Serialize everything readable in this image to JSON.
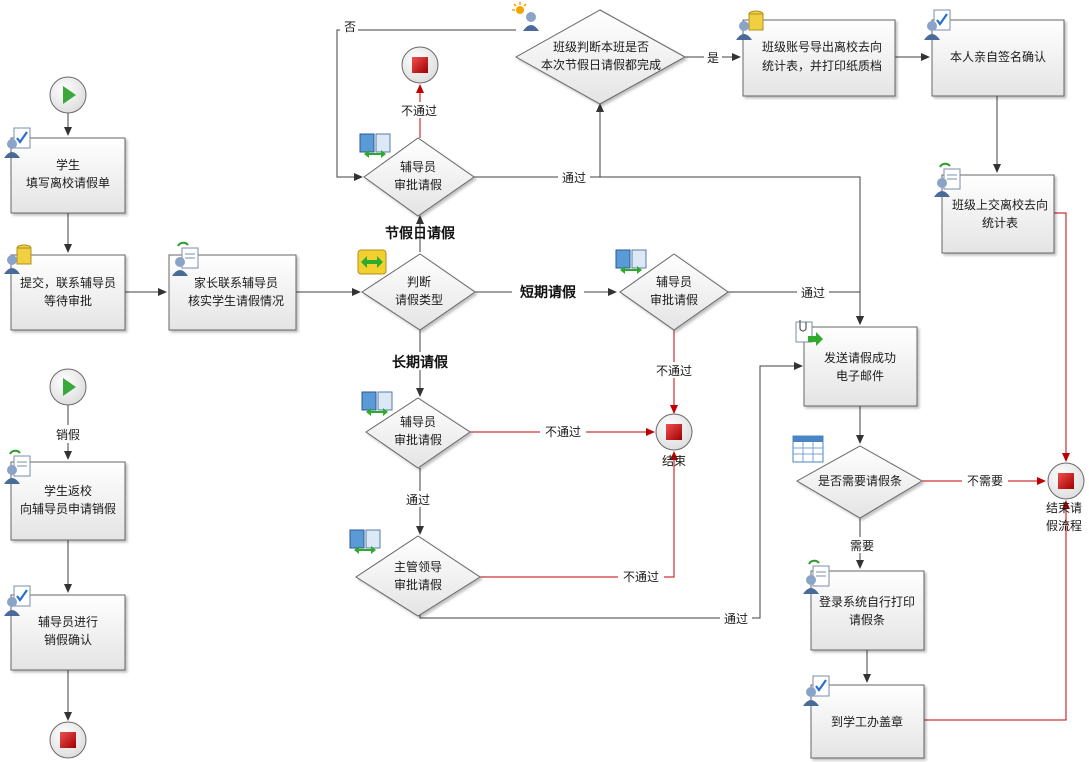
{
  "diagram": {
    "nodes": {
      "student_fill": [
        "学生",
        "填写离校请假单"
      ],
      "submit_wait": [
        "提交，联系辅导员",
        "等待审批"
      ],
      "parent_contact": [
        "家长联系辅导员",
        "核实学生请假情况"
      ],
      "judge_type": [
        "判断",
        "请假类型"
      ],
      "holiday_counselor": [
        "辅导员",
        "审批请假"
      ],
      "class_judge": [
        "班级判断本班是否",
        "本次节假日请假都完成"
      ],
      "class_export": [
        "班级账号导出离校去向",
        "统计表，并打印纸质档"
      ],
      "self_sign": [
        "本人亲自签名确认"
      ],
      "class_submit": [
        "班级上交离校去向",
        "统计表"
      ],
      "short_counselor": [
        "辅导员",
        "审批请假"
      ],
      "long_counselor": [
        "辅导员",
        "审批请假"
      ],
      "supervisor": [
        "主管领导",
        "审批请假"
      ],
      "send_email": [
        "发送请假成功",
        "电子邮件"
      ],
      "need_slip": [
        "是否需要请假条"
      ],
      "print_slip": [
        "登录系统自行打印",
        "请假条"
      ],
      "stamp": [
        "到学工办盖章"
      ],
      "return_school": [
        "学生返校",
        "向辅导员申请销假"
      ],
      "confirm_cancel": [
        "辅导员进行",
        "销假确认"
      ]
    },
    "labels": {
      "holiday": "节假日请假",
      "short": "短期请假",
      "long": "长期请假",
      "cancel": "销假",
      "no_top": "否",
      "yes_top": "是",
      "fail_holiday": "不通过",
      "pass_holiday": "通过",
      "pass_short": "通过",
      "fail_short": "不通过",
      "fail_long": "不通过",
      "pass_long": "通过",
      "fail_supervisor": "不通过",
      "pass_supervisor": "通过",
      "need": "需要",
      "no_need": "不需要",
      "end_label": "结束",
      "end_process": [
        "结束请",
        "假流程"
      ]
    }
  }
}
